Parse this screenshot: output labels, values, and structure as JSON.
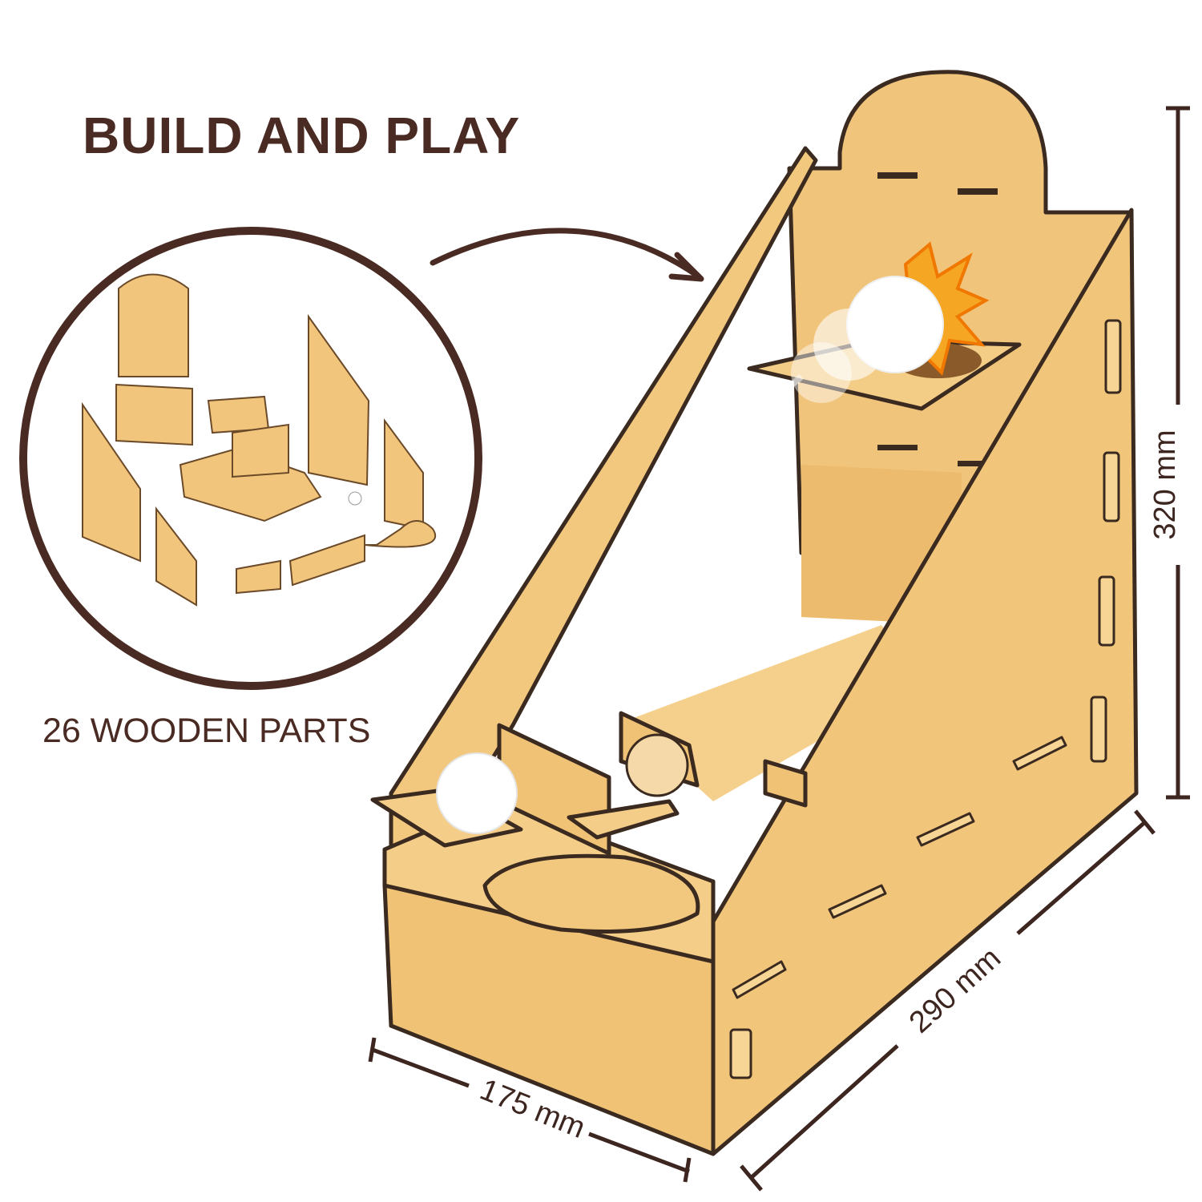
{
  "headline": "BUILD AND PLAY",
  "parts_caption": "26 WOODEN PARTS",
  "dimensions": {
    "height": "320 mm",
    "depth": "290 mm",
    "width": "175 mm"
  },
  "colors": {
    "text": "#4a2b23",
    "wood": "#f1c57b",
    "wood_dark": "#e2ad5e",
    "outline": "#3a2a20"
  }
}
